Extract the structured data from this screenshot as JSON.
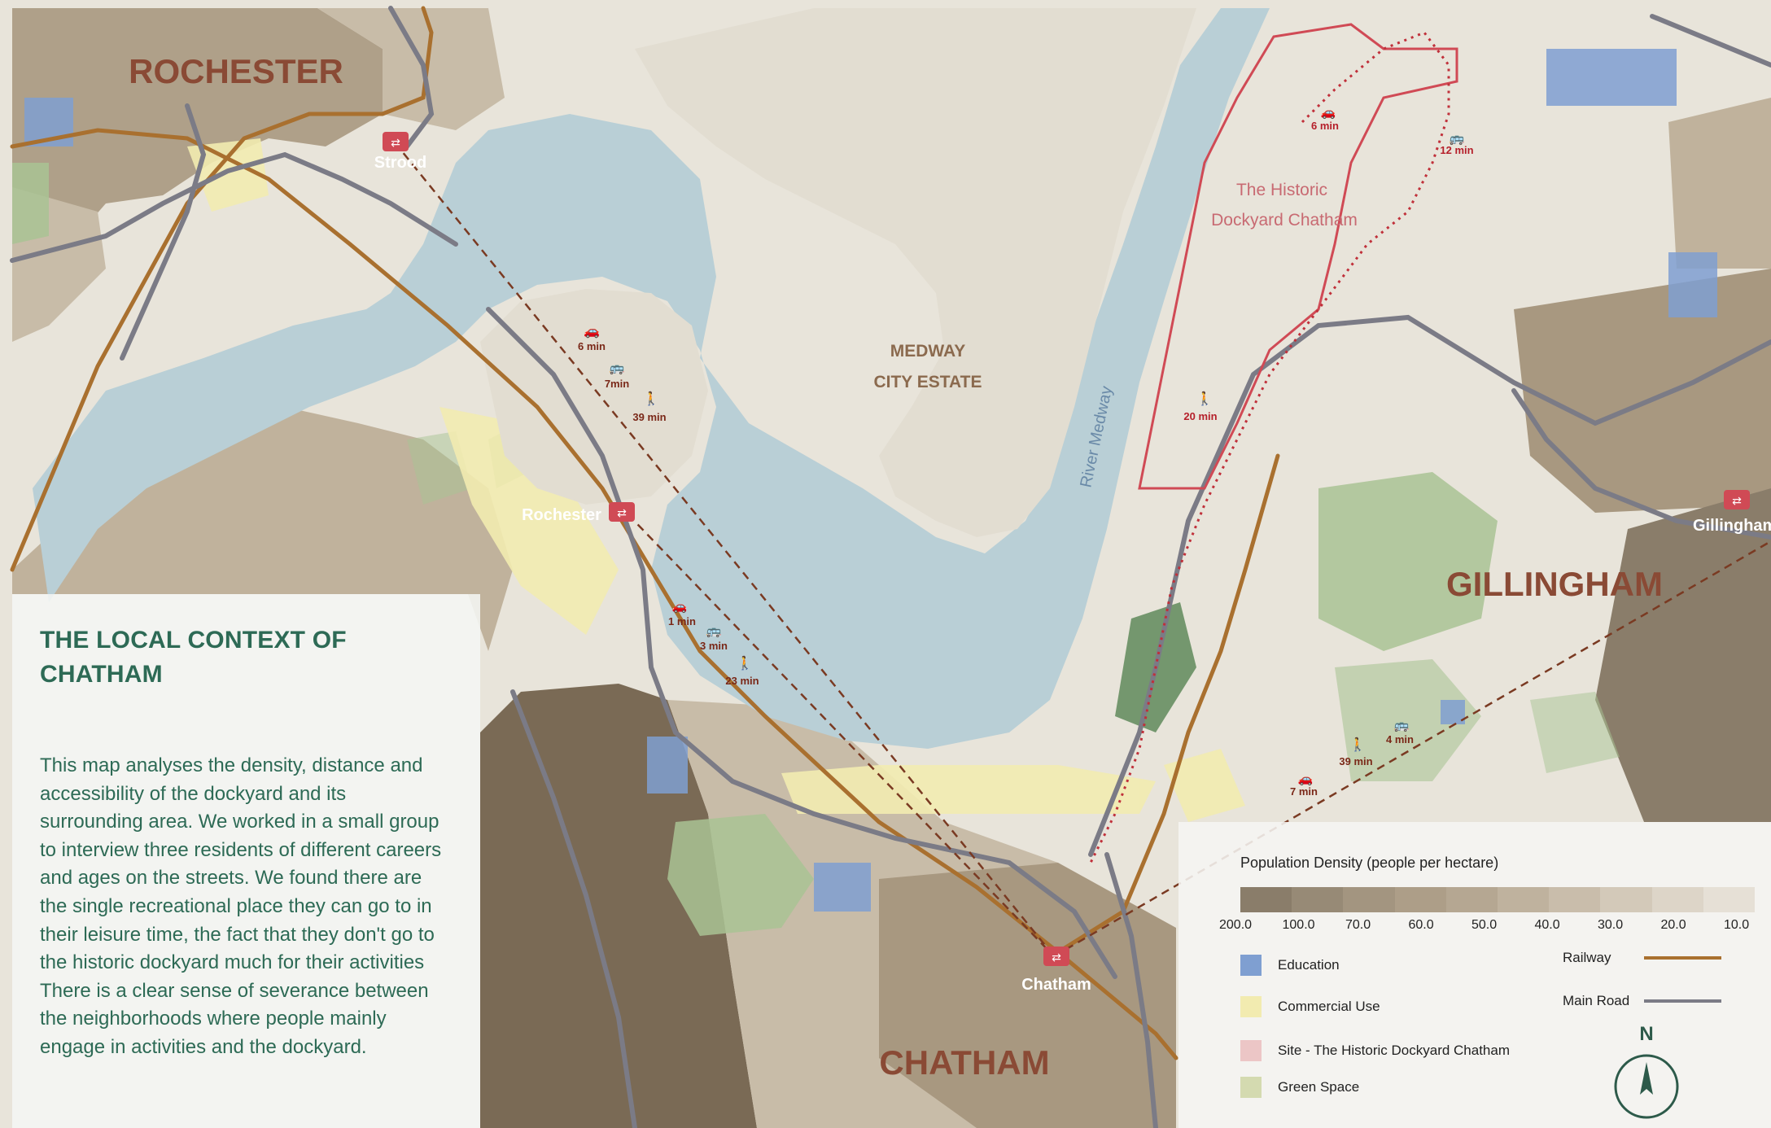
{
  "places": {
    "rochester_town": "ROCHESTER",
    "gillingham_town": "GILLINGHAM",
    "chatham_town": "CHATHAM",
    "medway_city_estate_line1": "MEDWAY",
    "medway_city_estate_line2": "CITY ESTATE",
    "river_medway": "River Medway"
  },
  "stations": {
    "strood": "Strood",
    "rochester": "Rochester",
    "chatham": "Chatham",
    "gillingham": "Gillingham"
  },
  "site": {
    "label_line1": "The Historic",
    "label_line2": "Dockyard Chatham"
  },
  "travel_times": {
    "rochester_car": "6 min",
    "rochester_bus": "7min",
    "rochester_walk": "39 min",
    "chatham_car": "1 min",
    "chatham_bus": "3 min",
    "chatham_walk": "23 min",
    "gillingham_car": "7 min",
    "gillingham_walk": "39 min",
    "gillingham_bus": "4 min",
    "site_car": "6 min",
    "site_bus": "12 min",
    "site_walk": "20 min"
  },
  "info_panel": {
    "title": "THE LOCAL CONTEXT OF CHATHAM",
    "body": "This map analyses the density, distance and accessibility of the dockyard and its surrounding area. We worked in a small group to interview three residents of different careers and ages on the streets. We found there are the single recreational place they can go to in their leisure time, the fact that they don't go to the historic dockyard much for their activities There is a clear sense of severance between the neighborhoods where people mainly engage in activities and the dockyard."
  },
  "legend": {
    "density_title": "Population Density (people per hectare)",
    "density_ticks": [
      "200.0",
      "100.0",
      "70.0",
      "60.0",
      "50.0",
      "40.0",
      "30.0",
      "20.0",
      "10.0"
    ],
    "density_colors": [
      "#8a7d6a",
      "#978a76",
      "#a39580",
      "#ad9e88",
      "#b5a792",
      "#bfb29e",
      "#c9bdab",
      "#d3c9b9",
      "#ddd5c8",
      "#e6e0d6"
    ],
    "items": [
      {
        "label": "Education",
        "color": "#7f9fd1"
      },
      {
        "label": "Commercial Use",
        "color": "#f2ebb0"
      },
      {
        "label": "Site - The Historic Dockyard Chatham",
        "color": "#ecc6c6"
      },
      {
        "label": "Green Space",
        "color": "#d4dab0"
      }
    ],
    "railway_label": "Railway",
    "railway_color": "#a9702f",
    "main_road_label": "Main Road",
    "main_road_color": "#7b7b86",
    "north_label": "N"
  },
  "colors": {
    "water": "#b9cfd6",
    "land": "#e8e4da",
    "green": "#a9c394",
    "site_outline": "#d04a55",
    "density_dark": "#7a6a55",
    "density_mid": "#a89880",
    "density_light": "#c8bca8",
    "label_red": "#7a2818"
  }
}
